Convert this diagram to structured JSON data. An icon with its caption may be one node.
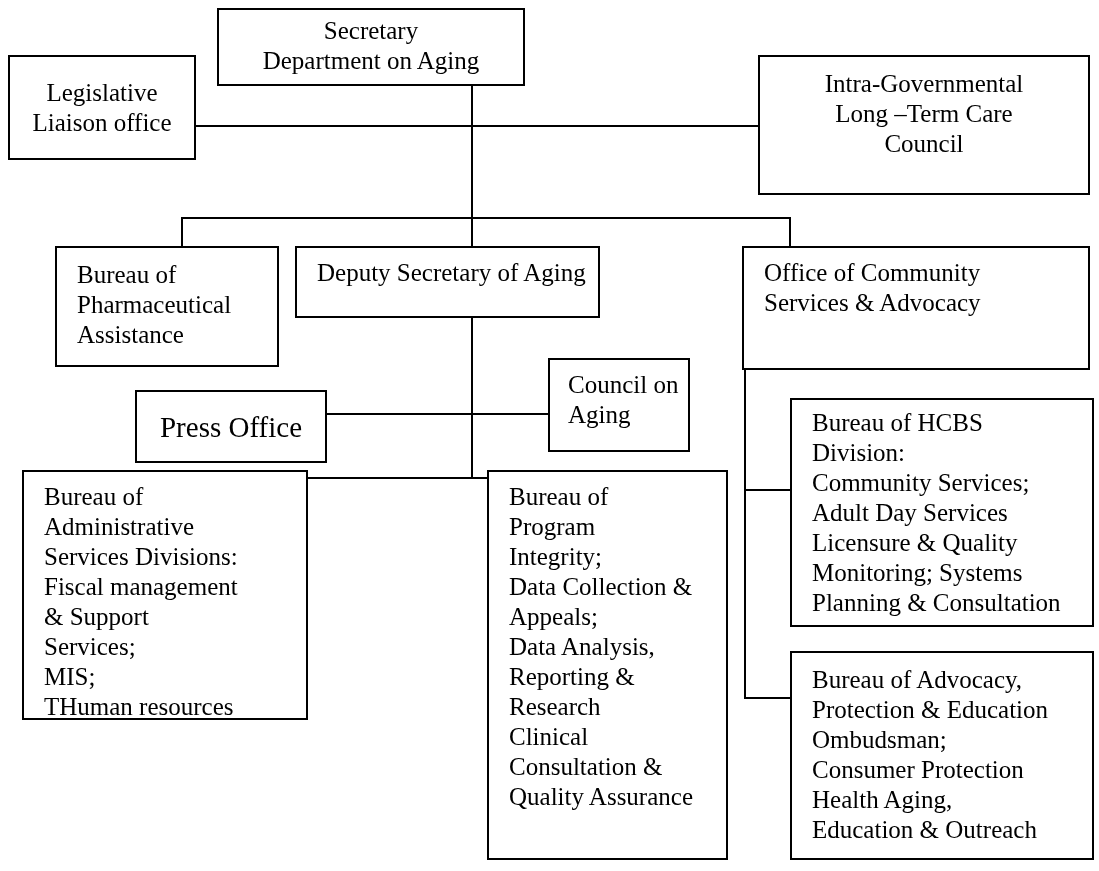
{
  "diagram": {
    "nodes": [
      {
        "text": [
          "Secretary",
          "Department on Aging"
        ]
      },
      {
        "text": [
          "Legislative Liaison office"
        ]
      },
      {
        "text": [
          "Intra-Governmental Long –Term Care Council"
        ]
      },
      {
        "text": [
          "Bureau of Pharmaceutical Assistance"
        ]
      },
      {
        "text": [
          "Deputy Secretary of Aging"
        ]
      },
      {
        "text": [
          "Office of Community Services & Advocacy"
        ]
      },
      {
        "text": [
          "Press Office"
        ]
      },
      {
        "text": [
          "Council on Aging"
        ]
      },
      {
        "text": [
          "Bureau of Administrative Services Divisions:",
          "Fiscal management & Support Services;",
          "MIS;",
          "THuman resources"
        ]
      },
      {
        "text": [
          "Bureau of Program Integrity;",
          "Data Collection & Appeals;",
          "Data Analysis, Reporting & Research",
          "Clinical Consultation & Quality Assurance"
        ]
      },
      {
        "text": [
          "Bureau of HCBS Division:",
          "Community Services;",
          "Adult Day Services",
          "Licensure & Quality Monitoring; Systems Planning & Consultation"
        ]
      },
      {
        "text": [
          "Bureau of Advocacy, Protection & Education",
          "Ombudsman;",
          "Consumer Protection",
          "Health Aging, Education & Outreach"
        ]
      }
    ],
    "edges": [
      {
        "from": 0,
        "to": 1,
        "arrow": "none"
      },
      {
        "from": 0,
        "to": 2,
        "arrow": "none"
      },
      {
        "from": 0,
        "to": 3,
        "arrow": "none"
      },
      {
        "from": 0,
        "to": 4,
        "arrow": "none"
      },
      {
        "from": 0,
        "to": 5,
        "arrow": "none"
      },
      {
        "from": 4,
        "to": 6,
        "arrow": "none"
      },
      {
        "from": 4,
        "to": 7,
        "arrow": "none"
      },
      {
        "from": 4,
        "to": 8,
        "arrow": "none"
      },
      {
        "from": 4,
        "to": 9,
        "arrow": "none"
      },
      {
        "from": 5,
        "to": 10,
        "arrow": "none"
      },
      {
        "from": 5,
        "to": 11,
        "arrow": "none"
      }
    ]
  }
}
